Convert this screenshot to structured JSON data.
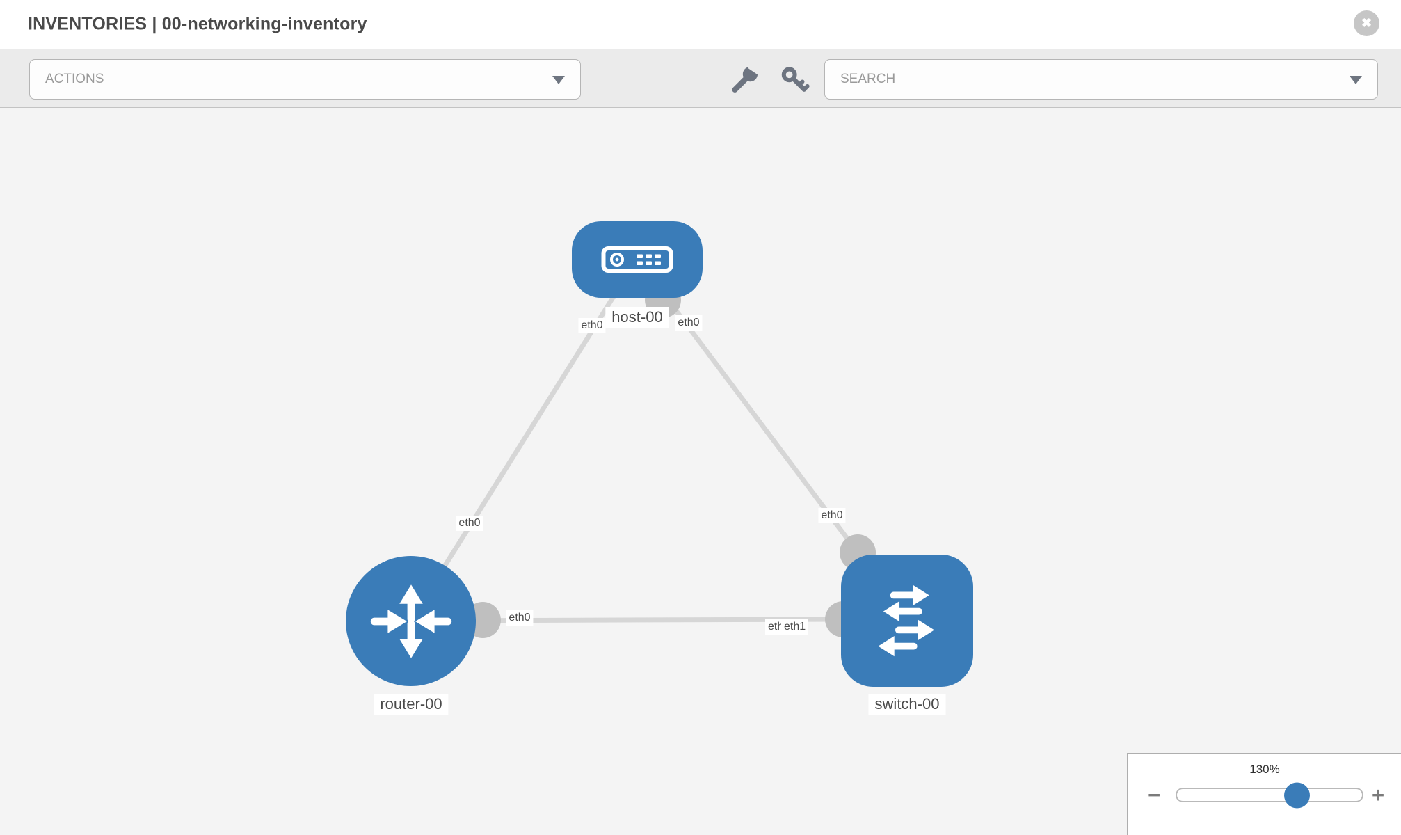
{
  "header": {
    "title": "INVENTORIES | 00-networking-inventory",
    "close_icon": "✖"
  },
  "toolbar": {
    "actions_dropdown": {
      "label": "ACTIONS"
    },
    "search_box": {
      "placeholder": "SEARCH"
    },
    "icons": [
      {
        "name": "wrench-icon"
      },
      {
        "name": "key-icon"
      }
    ]
  },
  "topology": {
    "nodes": [
      {
        "label": "host-00",
        "type": "host"
      },
      {
        "label": "router-00",
        "type": "router"
      },
      {
        "label": "switch-00",
        "type": "switch"
      }
    ],
    "links": [
      {
        "from": "host-00",
        "from_iface": "eth0",
        "to": "router-00",
        "to_iface": "eth0"
      },
      {
        "from": "host-00",
        "from_iface": "eth0",
        "to": "switch-00",
        "to_iface": "eth0"
      },
      {
        "from": "router-00",
        "from_iface": "eth0",
        "to": "switch-00",
        "to_iface": "eth1"
      }
    ]
  },
  "zoom_control": {
    "level": "130%",
    "minus_icon": "−",
    "plus_icon": "+"
  },
  "colors": {
    "node_blue": "#3a7cb8",
    "link_gray": "#d6d6d6",
    "endpoint_gray": "#bfbfbf",
    "canvas_bg": "#f4f4f4",
    "toolbar_bg": "#ebebeb"
  }
}
